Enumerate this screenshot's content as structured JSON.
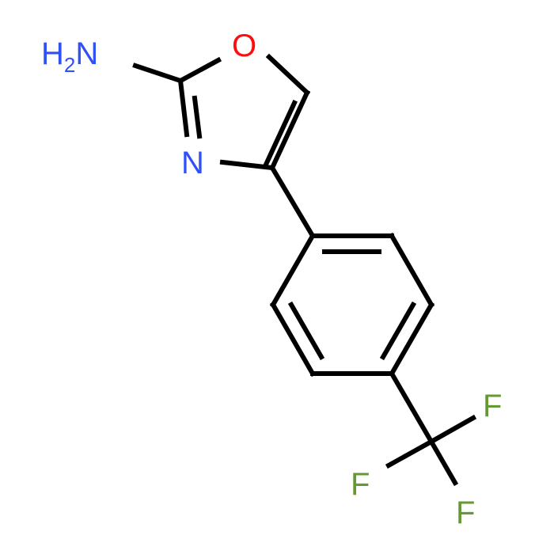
{
  "molecule": {
    "atom_labels": {
      "amine": {
        "main": "H",
        "sub": "2",
        "tail": "N"
      },
      "oxygen": "O",
      "ring_nitrogen": "N",
      "fluorine_1": "F",
      "fluorine_2": "F",
      "fluorine_3": "F"
    }
  },
  "colors": {
    "bond": "#000000",
    "nitrogen": "#3050F8",
    "oxygen": "#FF0D0D",
    "fluorine": "#669933",
    "background": "#FFFFFF"
  }
}
